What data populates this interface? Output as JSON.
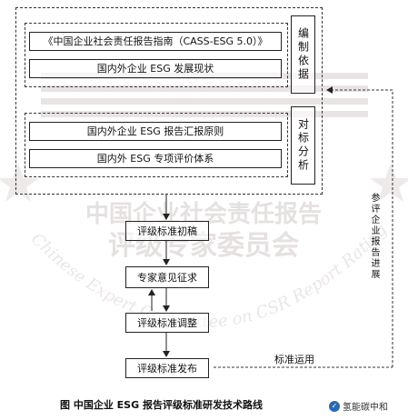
{
  "watermark": {
    "line1": "中国企业社会责任报告",
    "line2": "评级专家委员会",
    "arc_text": "Chinese Expert Committee on CSR Report Rating"
  },
  "top_group": {
    "items": [
      "《中国企业社会责任报告指南（CASS-ESG 5.0）》",
      "国内外企业 ESG 发展现状"
    ],
    "side_label": "编制依据"
  },
  "mid_group": {
    "items": [
      "国内外企业 ESG 报告汇报原则",
      "国内外 ESG 专项评价体系"
    ],
    "side_label": "对标分析"
  },
  "flow": [
    "评级标准初稿",
    "专家意见征求",
    "评级标准调整",
    "评级标准发布"
  ],
  "feedback_label": "参评企业报告进展",
  "apply_label": "标准运用",
  "caption": "图  中国企业 ESG 报告评级标准研发技术路线",
  "brand": "氢能碳中和"
}
